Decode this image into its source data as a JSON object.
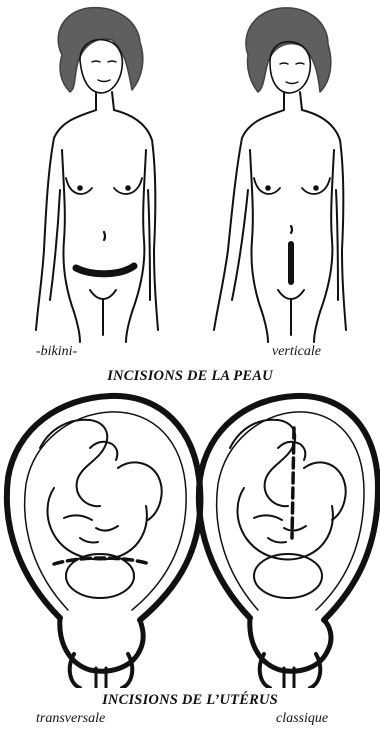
{
  "skin_section": {
    "left_label": "-bikini-",
    "right_label": "verticale",
    "title": "INCISIONS DE LA PEAU"
  },
  "uterus_section": {
    "title": "INCISIONS DE L’UTÉRUS",
    "left_label": "transversale",
    "right_label": "classique"
  }
}
